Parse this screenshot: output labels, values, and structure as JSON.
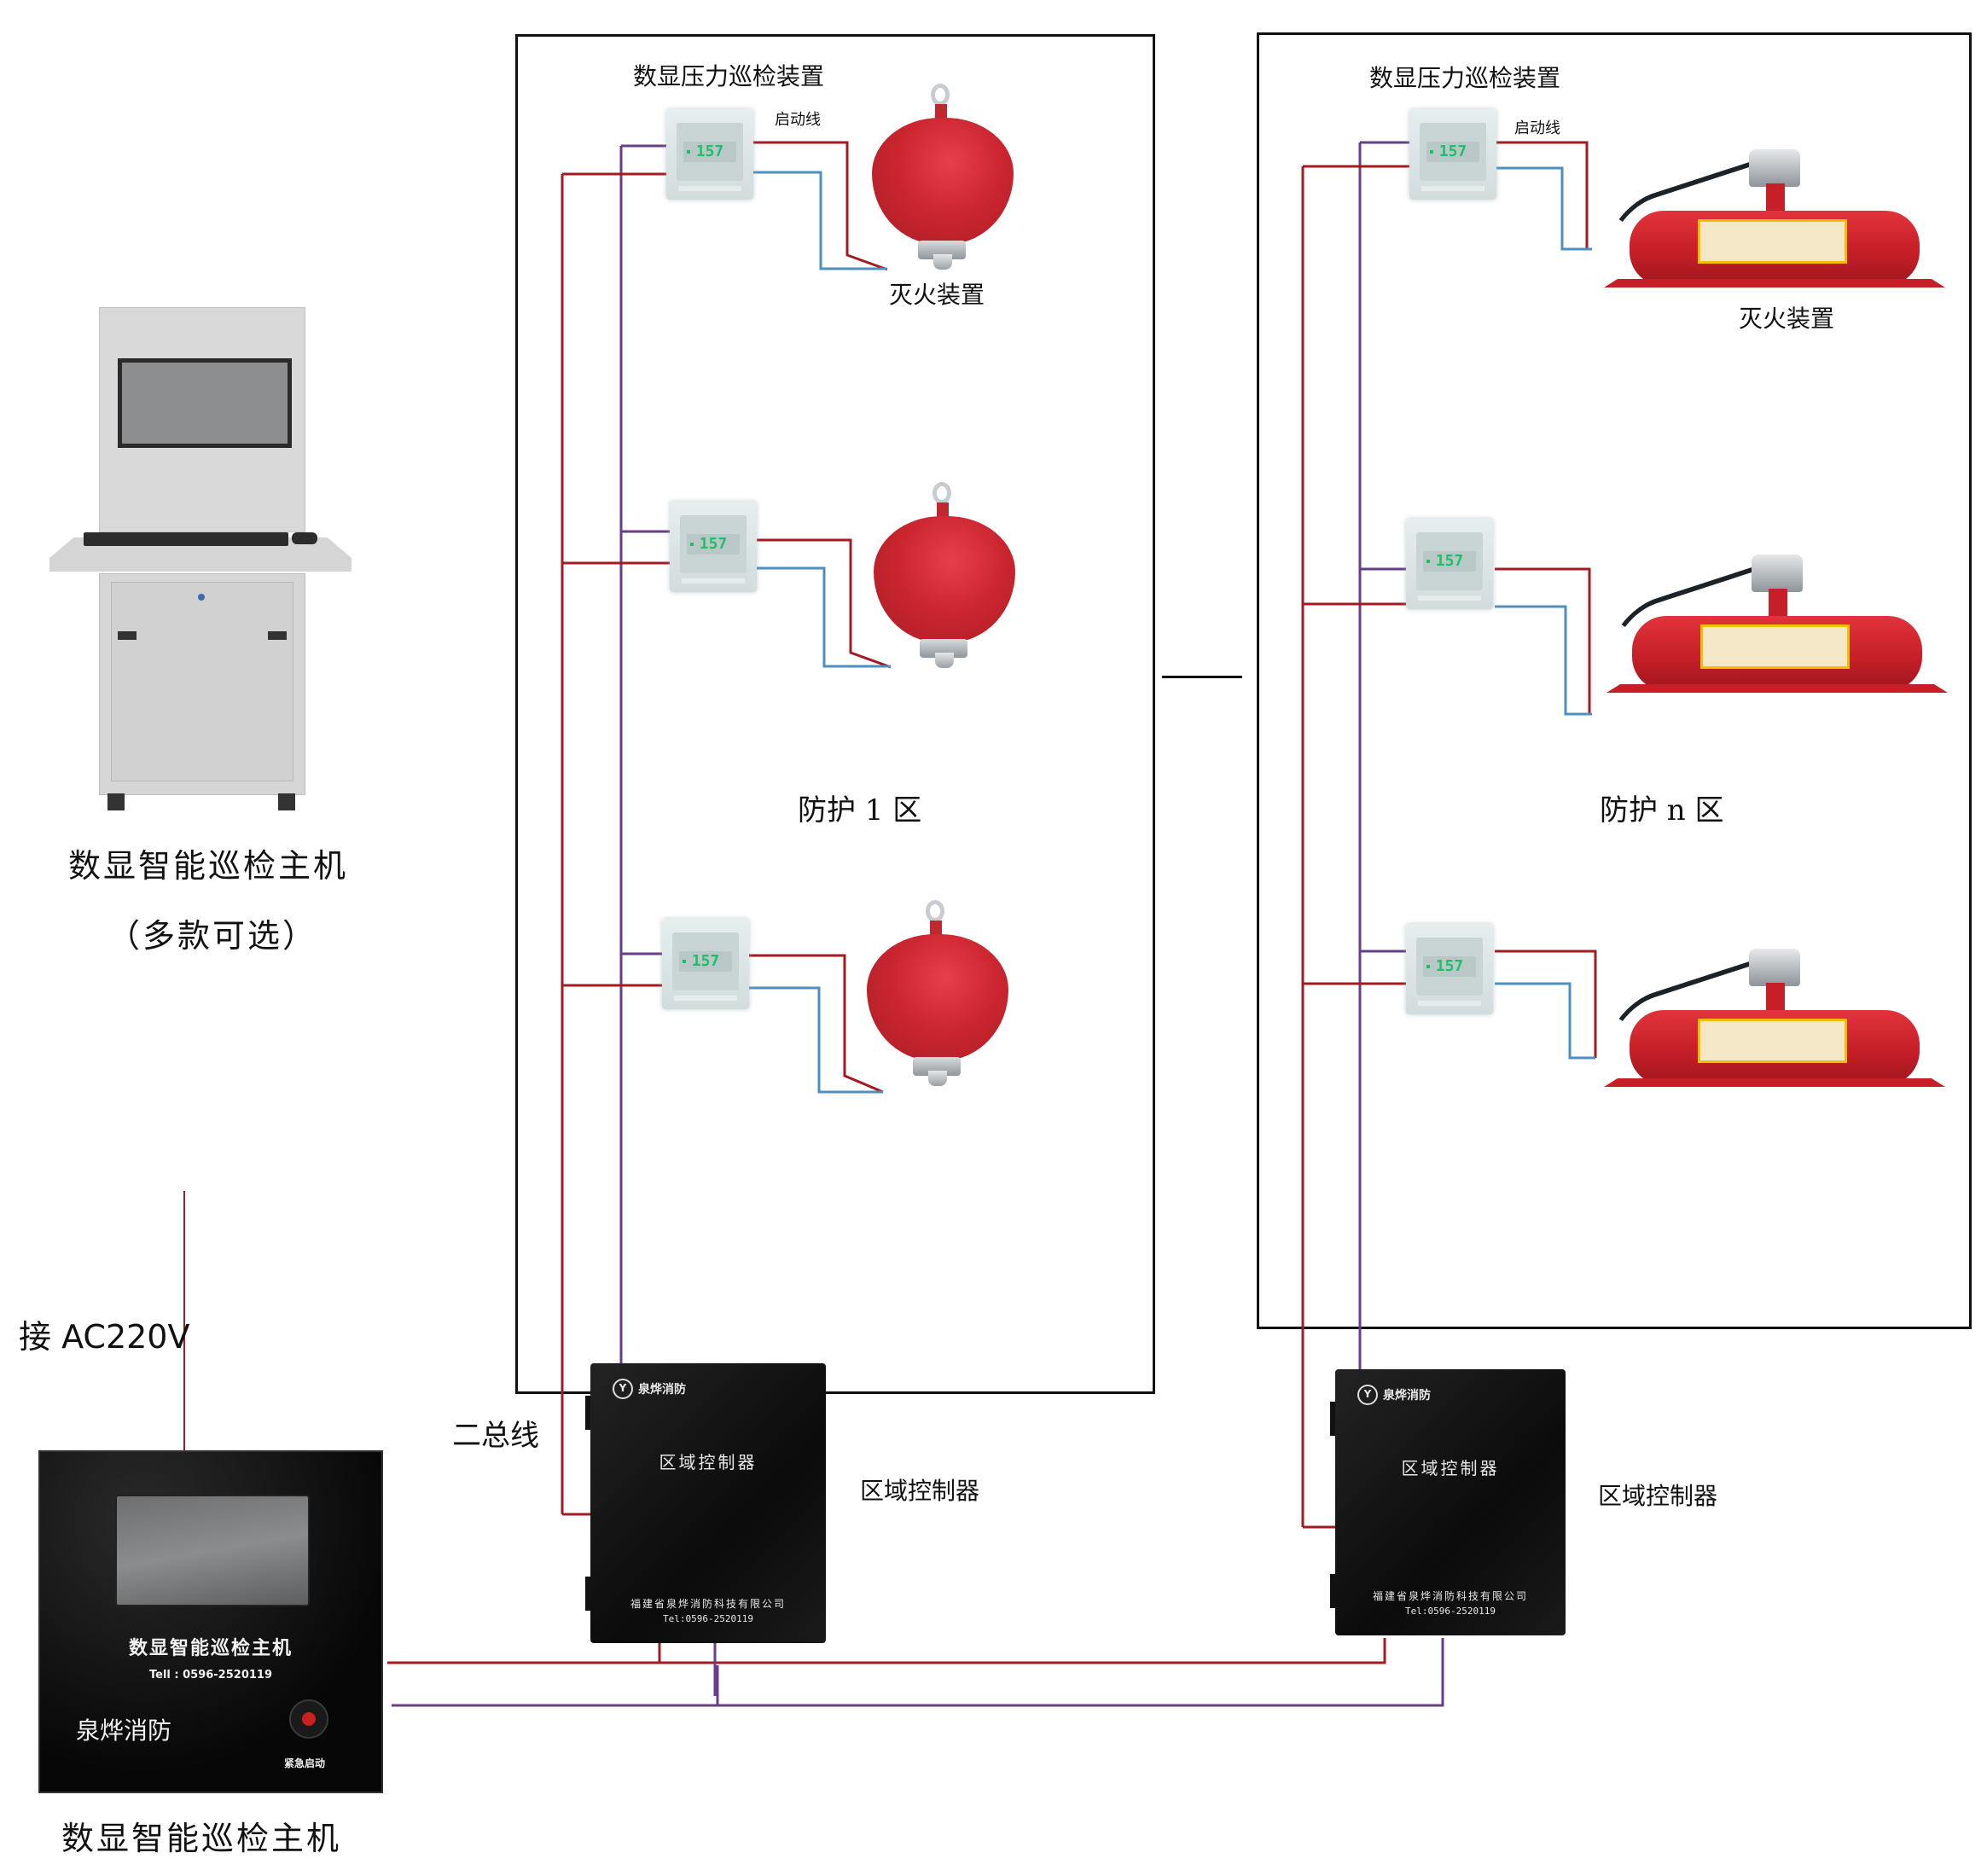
{
  "diagram": {
    "zones": [
      {
        "name": "防护 1 区",
        "title_device": "数显压力巡检装置",
        "start_line_label": "启动线",
        "extinguisher_label": "灭火装置",
        "extinguisher_type": "hanging-sphere",
        "device_count": 3,
        "pressure_readout": "157"
      },
      {
        "name": "防护 n 区",
        "title_device": "数显压力巡检装置",
        "start_line_label": "启动线",
        "extinguisher_label": "灭火装置",
        "extinguisher_type": "horizontal-tank",
        "device_count": 3,
        "pressure_readout": "157"
      }
    ],
    "console": {
      "caption": "数显智能巡检主机",
      "subcaption": "（多款可选）"
    },
    "host": {
      "caption": "数显智能巡检主机",
      "panel_title": "数显智能巡检主机",
      "panel_tel": "Tell : 0596-2520119",
      "panel_brand": "泉烨消防",
      "emergency_button_label": "紧急启动"
    },
    "power_label": "接 AC220V",
    "bus_label": "二总线",
    "controllers": [
      {
        "caption": "区域控制器",
        "panel_title": "区域控制器",
        "logo": "泉烨消防",
        "company": "福建省泉烨消防科技有限公司",
        "tel": "Tel:0596-2520119"
      },
      {
        "caption": "区域控制器",
        "panel_title": "区域控制器",
        "logo": "泉烨消防",
        "company": "福建省泉烨消防科技有限公司",
        "tel": "Tel:0596-2520119"
      }
    ],
    "colors": {
      "power_wire": "#a31b22",
      "signal_wire": "#6a3d8a",
      "feedback_wire": "#4e8fc0",
      "frame": "#111111"
    }
  }
}
